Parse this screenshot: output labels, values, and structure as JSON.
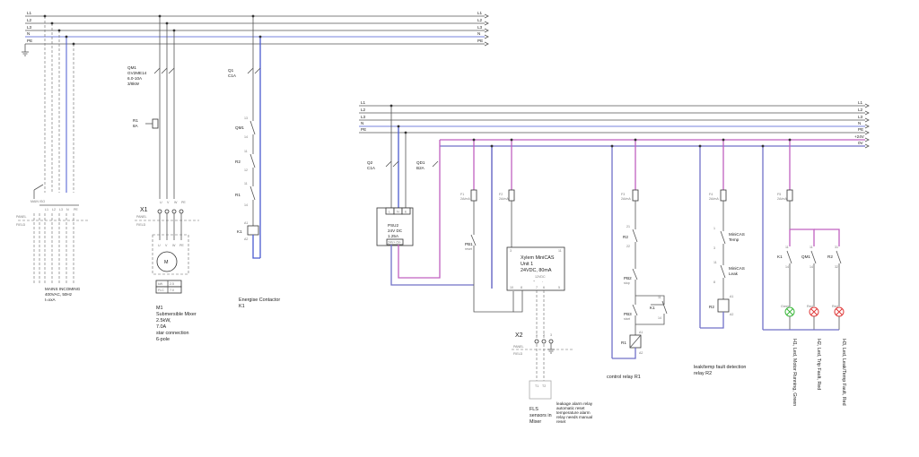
{
  "left_busbar": {
    "labels": [
      "L1",
      "L2",
      "L3",
      "N",
      "PE"
    ],
    "end_labels": [
      "L1",
      "L2",
      "L3",
      "N",
      "PE"
    ]
  },
  "right_busbar": {
    "labels": [
      "L1",
      "L2",
      "L3",
      "N",
      "PE"
    ],
    "end_labels": [
      "L1",
      "L2",
      "L3",
      "N",
      "PE",
      "+24V",
      "0V"
    ]
  },
  "mains_isolator": {
    "label": "MAIN ISO",
    "terminals": [
      "L1",
      "L2",
      "L3",
      "N",
      "PE"
    ],
    "panel_label": "PANEL",
    "field_label": "FIELD",
    "caption": [
      "MAINS INCOMING",
      "400VAC, 50Hz",
      "I=xxA"
    ]
  },
  "motor_protection": {
    "ref": "QM1",
    "model": "GV2ME14",
    "range": "6.0-10A",
    "power": "3/8kW",
    "r1_ref": "R1",
    "r1_rating": "8A"
  },
  "motor_terminal": {
    "ref": "X1",
    "terminals": [
      "U",
      "V",
      "W",
      "PE"
    ],
    "panel_label": "PANEL",
    "field_label": "FIELD",
    "motor_terminals": [
      "U",
      "V",
      "W",
      "PE"
    ],
    "motor_symbol": "M",
    "table": [
      [
        "kW",
        "2.5"
      ],
      [
        "FLC",
        "7.0"
      ]
    ],
    "caption": [
      "M1",
      "Submersible Mixer",
      "2.5kW,",
      "7.0A",
      "star connection",
      "6-pole"
    ]
  },
  "contactor_circuit": {
    "breaker_ref": "Q1",
    "breaker_rating": "C1A",
    "contacts": [
      {
        "ref": "QM1",
        "nums": [
          "13",
          "14"
        ]
      },
      {
        "ref": "R2",
        "nums": [
          "11",
          "12"
        ]
      },
      {
        "ref": "R1",
        "nums": [
          "11",
          "14"
        ]
      }
    ],
    "coil_ref": "K1",
    "coil_terminals": [
      "A1",
      "A2"
    ],
    "caption": [
      "Energise Contactor",
      "K1"
    ]
  },
  "power_supply": {
    "q2_ref": "Q2",
    "q2_rating": "C1A",
    "qd1_ref": "QD1",
    "qd1_rating": "B2A",
    "psu_terminals": [
      "L",
      "N",
      "E"
    ],
    "psu_text": [
      "PSU2",
      "24V DC",
      "1.25A"
    ],
    "psu_out": "24V+ 0V-"
  },
  "fuses": [
    {
      "ref": "F1",
      "rating": "2A/mA"
    },
    {
      "ref": "F2",
      "rating": "2A/mA"
    },
    {
      "ref": "F3",
      "rating": "2A/mA"
    },
    {
      "ref": "F4",
      "rating": "2A/mA"
    },
    {
      "ref": "F5",
      "rating": "2A/mA"
    }
  ],
  "pb1": {
    "ref": "PB1",
    "label": "reset"
  },
  "minicas": {
    "title": [
      "Xylem MiniCAS",
      "Unit 1",
      "24VDC, 80mA"
    ],
    "top_terminals": [
      "3",
      "11"
    ],
    "inner_label": "12VDC",
    "inner_pins": [
      "+",
      "-"
    ],
    "bottom_terminals": [
      "10",
      "8",
      "7",
      "6",
      "5"
    ]
  },
  "sensor_terminal": {
    "ref": "X2",
    "terminals": [
      "1",
      "2",
      "3"
    ],
    "panel_label": "PANEL",
    "field_label": "FIELD",
    "probe_terminals": [
      "T1",
      "T2"
    ],
    "caption": [
      "FLS",
      "sensors in",
      "Mixer"
    ],
    "note": [
      "leakage alarm relay",
      "automatic reset",
      "temperature alarm",
      "relay needs manual",
      "reset"
    ]
  },
  "control_relay": {
    "contacts": [
      {
        "ref": "R2",
        "nums": [
          "21",
          "22"
        ]
      },
      {
        "ref": "PB2",
        "sub": "stop"
      },
      {
        "ref": "PB3",
        "sub": "start"
      }
    ],
    "k1": {
      "ref": "K1",
      "nums": [
        "11",
        "14"
      ]
    },
    "coil_ref": "R1",
    "coil_terminals": [
      "A1",
      "A2"
    ],
    "caption": "control relay R1"
  },
  "leak_relay": {
    "contacts": [
      {
        "ref": "MiniCAS",
        "sub": "Temp",
        "nums": [
          "1",
          "3"
        ]
      },
      {
        "ref": "MiniCAS",
        "sub": "Leak",
        "nums": [
          "11",
          "8"
        ]
      }
    ],
    "coil_ref": "R2",
    "coil_terminals": [
      "A1",
      "A2"
    ],
    "caption": [
      "leak/temp fault detection",
      "relay R2"
    ]
  },
  "indicators": {
    "contacts": [
      {
        "ref": "K1",
        "nums": [
          "11",
          "14"
        ]
      },
      {
        "ref": "QM1",
        "nums": [
          "11",
          "14"
        ]
      },
      {
        "ref": "R2",
        "nums": [
          "31",
          "32"
        ]
      }
    ],
    "lamps": [
      {
        "label": "Green",
        "color": "#3cb83c",
        "caption": "H1, Led, Motor Running, Green"
      },
      {
        "label": "Red",
        "color": "#e03c3c",
        "caption": "H2, Led, Trip Fault, Red"
      },
      {
        "label": "Red",
        "color": "#e03c3c",
        "caption": "H3, Led, Leak/Temp Fault, Red"
      }
    ]
  },
  "colors": {
    "dc_positive": "#c060c0",
    "dc_negative": "#7070c8",
    "neutral": "#4a5ad0",
    "lamp_green": "#3cb83c",
    "lamp_red": "#e03c3c"
  }
}
